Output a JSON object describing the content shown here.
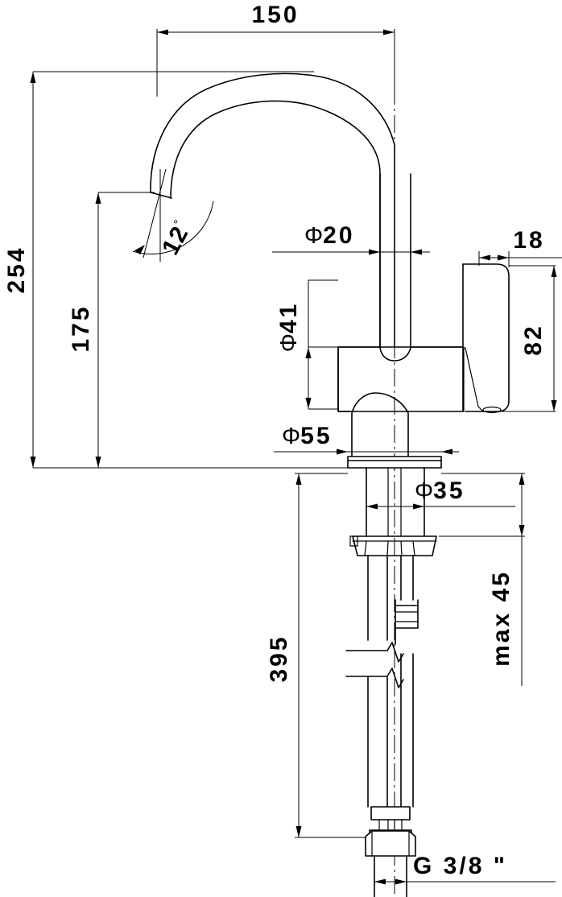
{
  "drawing": {
    "title": "Basin mixer tap technical dimension drawing",
    "units": "mm",
    "line_color": "#000000",
    "background_color": "#ffffff"
  },
  "dimensions": {
    "spout_reach": {
      "label": "150",
      "name": "spout-reach-150"
    },
    "total_height": {
      "label": "254",
      "name": "total-height-254"
    },
    "spout_height": {
      "label": "175",
      "name": "spout-height-175"
    },
    "aerator_angle": {
      "label": "12",
      "degree_symbol": "°",
      "name": "aerator-angle-12deg"
    },
    "column_diameter": {
      "phi": "Φ",
      "label": "20",
      "name": "column-diameter-20"
    },
    "body_diameter": {
      "phi": "Φ",
      "label": "41",
      "name": "body-diameter-41"
    },
    "base_diameter": {
      "phi": "Φ",
      "label": "55",
      "name": "base-diameter-55"
    },
    "shank_diameter": {
      "phi": "Φ",
      "label": "35",
      "name": "shank-diameter-35"
    },
    "handle_width": {
      "label": "18",
      "name": "handle-width-18"
    },
    "handle_height": {
      "label": "82",
      "name": "handle-height-82"
    },
    "hose_length": {
      "label": "395",
      "name": "hose-length-395"
    },
    "max_thickness": {
      "label": "max 45",
      "name": "max-mount-thickness-45"
    },
    "thread_size": {
      "label": "G  3/8 \"",
      "name": "thread-size-g38"
    }
  }
}
